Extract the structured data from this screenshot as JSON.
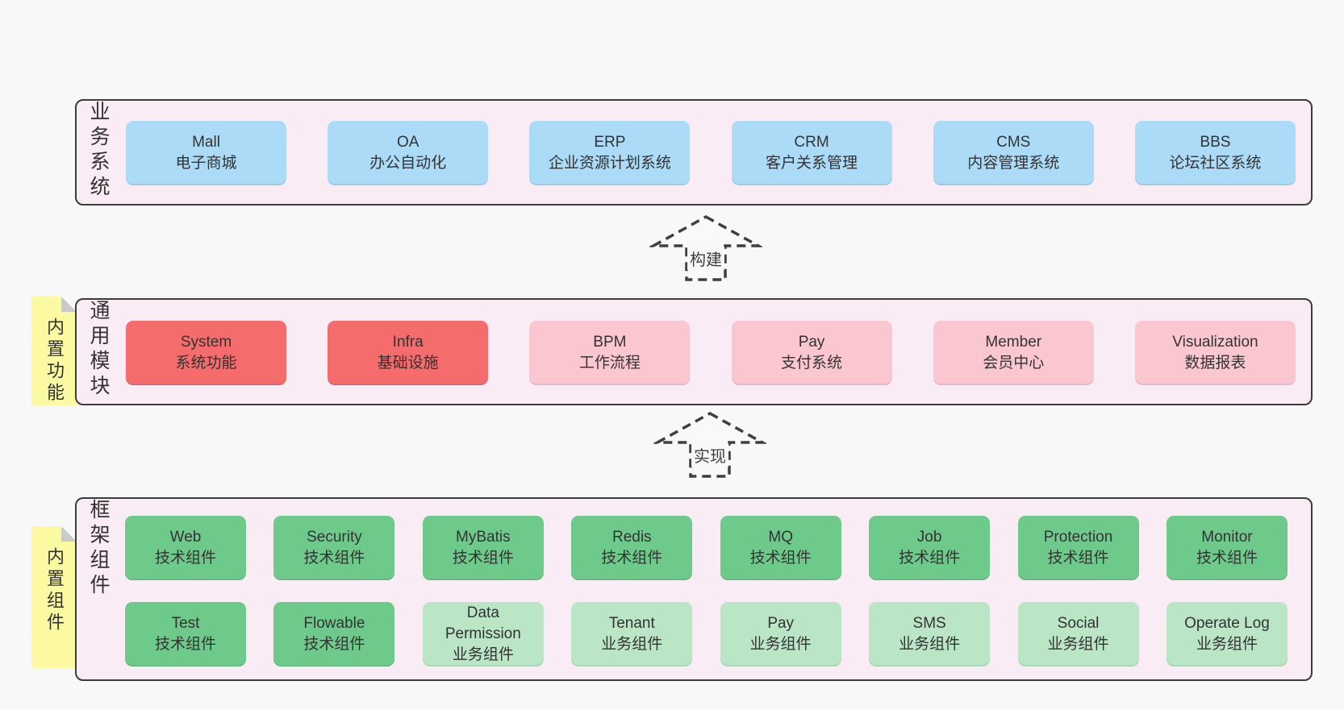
{
  "colors": {
    "page_bg": "#f8f8f8",
    "panel_bg": "#f9ecf4",
    "panel_border": "#3c3c3c",
    "box_blue": "#abdbf6",
    "box_red": "#f56c6c",
    "box_pink": "#fac7d1",
    "box_green": "#6eca8b",
    "box_green_light": "#bae6c5",
    "note_bg": "#fbf9a2",
    "note_fold": "#c9c9c9",
    "text": "#333333",
    "arrow_stroke": "#3f3f3f"
  },
  "arrows": [
    {
      "label": "构建"
    },
    {
      "label": "实现"
    }
  ],
  "layers": [
    {
      "label": "业务系统",
      "rows": [
        {
          "boxes": [
            {
              "title": "Mall",
              "subtitle": "电子商城",
              "variant": "blue"
            },
            {
              "title": "OA",
              "subtitle": "办公自动化",
              "variant": "blue"
            },
            {
              "title": "ERP",
              "subtitle": "企业资源计划系统",
              "variant": "blue"
            },
            {
              "title": "CRM",
              "subtitle": "客户关系管理",
              "variant": "blue"
            },
            {
              "title": "CMS",
              "subtitle": "内容管理系统",
              "variant": "blue"
            },
            {
              "title": "BBS",
              "subtitle": "论坛社区系统",
              "variant": "blue"
            }
          ]
        }
      ]
    },
    {
      "side_note": "内置功能",
      "label": "通用模块",
      "rows": [
        {
          "boxes": [
            {
              "title": "System",
              "subtitle": "系统功能",
              "variant": "red"
            },
            {
              "title": "Infra",
              "subtitle": "基础设施",
              "variant": "red"
            },
            {
              "title": "BPM",
              "subtitle": "工作流程",
              "variant": "pink"
            },
            {
              "title": "Pay",
              "subtitle": "支付系统",
              "variant": "pink"
            },
            {
              "title": "Member",
              "subtitle": "会员中心",
              "variant": "pink"
            },
            {
              "title": "Visualization",
              "subtitle": "数据报表",
              "variant": "pink"
            }
          ]
        }
      ]
    },
    {
      "side_note": "内置组件",
      "label": "框架组件",
      "rows": [
        {
          "boxes": [
            {
              "title": "Web",
              "subtitle": "技术组件",
              "variant": "green"
            },
            {
              "title": "Security",
              "subtitle": "技术组件",
              "variant": "green"
            },
            {
              "title": "MyBatis",
              "subtitle": "技术组件",
              "variant": "green"
            },
            {
              "title": "Redis",
              "subtitle": "技术组件",
              "variant": "green"
            },
            {
              "title": "MQ",
              "subtitle": "技术组件",
              "variant": "green"
            },
            {
              "title": "Job",
              "subtitle": "技术组件",
              "variant": "green"
            },
            {
              "title": "Protection",
              "subtitle": "技术组件",
              "variant": "green"
            },
            {
              "title": "Monitor",
              "subtitle": "技术组件",
              "variant": "green"
            }
          ]
        },
        {
          "boxes": [
            {
              "title": "Test",
              "subtitle": "技术组件",
              "variant": "green"
            },
            {
              "title": "Flowable",
              "subtitle": "技术组件",
              "variant": "green"
            },
            {
              "title": "Data Permission",
              "subtitle": "业务组件",
              "variant": "green_light"
            },
            {
              "title": "Tenant",
              "subtitle": "业务组件",
              "variant": "green_light"
            },
            {
              "title": "Pay",
              "subtitle": "业务组件",
              "variant": "green_light"
            },
            {
              "title": "SMS",
              "subtitle": "业务组件",
              "variant": "green_light"
            },
            {
              "title": "Social",
              "subtitle": "业务组件",
              "variant": "green_light"
            },
            {
              "title": "Operate Log",
              "subtitle": "业务组件",
              "variant": "green_light"
            }
          ]
        }
      ]
    }
  ]
}
